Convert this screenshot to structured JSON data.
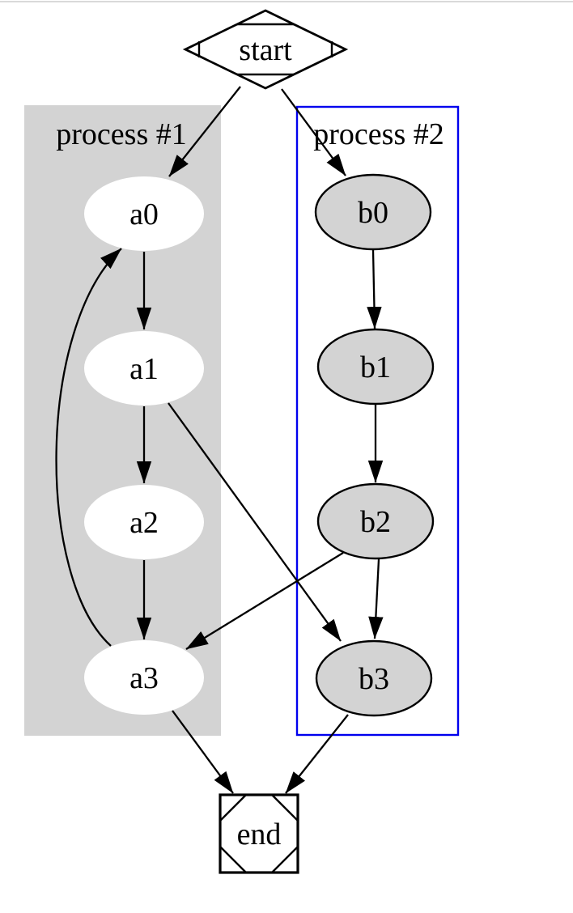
{
  "diagram": {
    "kind": "flow-graph",
    "description": "Directed graph with two process clusters, a start node and an end node"
  },
  "clusters": [
    {
      "id": "cluster-0",
      "label": "process #1"
    },
    {
      "id": "cluster-1",
      "label": "process #2"
    }
  ],
  "nodes": {
    "start": "start",
    "end": "end",
    "a0": "a0",
    "a1": "a1",
    "a2": "a2",
    "a3": "a3",
    "b0": "b0",
    "b1": "b1",
    "b2": "b2",
    "b3": "b3"
  },
  "edges": [
    {
      "from": "start",
      "to": "a0"
    },
    {
      "from": "start",
      "to": "b0"
    },
    {
      "from": "a0",
      "to": "a1"
    },
    {
      "from": "a1",
      "to": "a2"
    },
    {
      "from": "a2",
      "to": "a3"
    },
    {
      "from": "b0",
      "to": "b1"
    },
    {
      "from": "b1",
      "to": "b2"
    },
    {
      "from": "b2",
      "to": "b3"
    },
    {
      "from": "a1",
      "to": "b3"
    },
    {
      "from": "b2",
      "to": "a3"
    },
    {
      "from": "a3",
      "to": "a0"
    },
    {
      "from": "a3",
      "to": "end"
    },
    {
      "from": "b3",
      "to": "end"
    }
  ],
  "colors": {
    "cluster1_fill": "#d3d3d3",
    "cluster2_fill": "#ffffff",
    "cluster2_border": "#0000ee",
    "node_a_fill": "#ffffff",
    "node_b_fill": "#d3d3d3",
    "node_b_stroke": "#000000",
    "line_color": "#000000",
    "background": "#ffffff",
    "page_top_border": "#d9d9d9"
  }
}
